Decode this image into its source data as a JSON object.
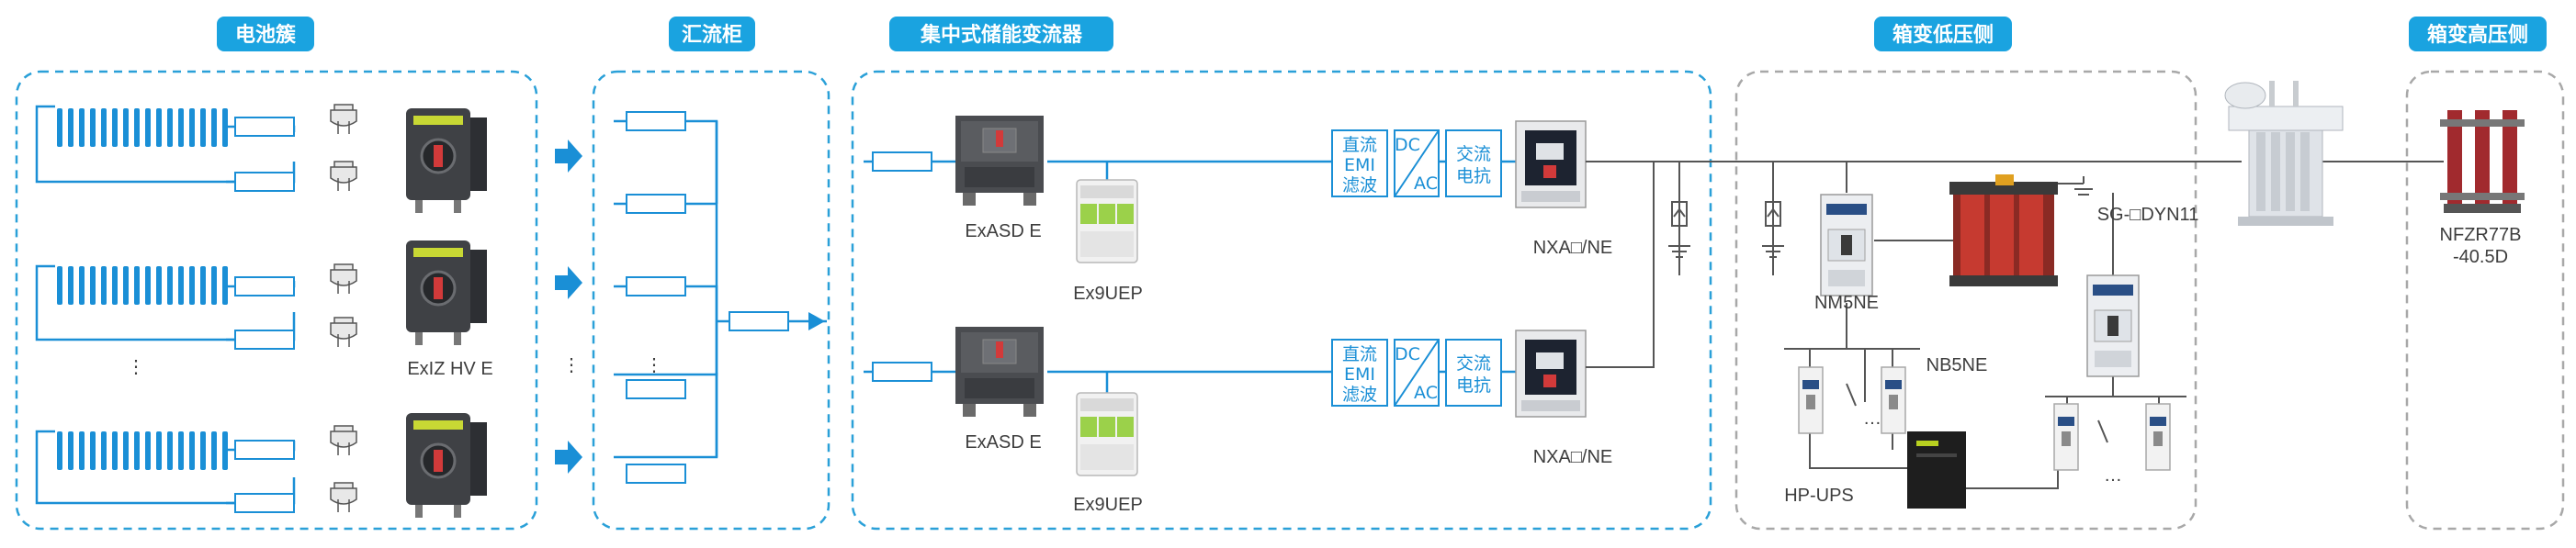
{
  "sections": {
    "battery_cluster": "电池簇",
    "combiner": "汇流柜",
    "pcs": "集中式储能变流器",
    "lv_side": "箱变低压侧",
    "hv_side": "箱变高压侧"
  },
  "labels": {
    "isolator": "ExIZ HV E",
    "acb_top": "ExASD E",
    "acb_bottom": "ExASD E",
    "spd_top": "Ex9UEP",
    "spd_bottom": "Ex9UEP",
    "nxa_top": "NXA□/NE",
    "nxa_bottom": "NXA□/NE",
    "mccb": "NM5NE",
    "mcb": "NB5NE",
    "ups": "HP-UPS",
    "transformer_aux": "SG-□DYN11",
    "hv_switch_line1": "NFZR77B",
    "hv_switch_line2": "-40.5D"
  },
  "blocks": {
    "emi_line1": "直流",
    "emi_line2": "EMI",
    "emi_line3": "滤波",
    "dc": "DC",
    "ac": "AC",
    "reactor_line1": "交流",
    "reactor_line2": "电抗"
  },
  "ellipsis": {
    "vertical": "⋮",
    "horizontal": "…"
  },
  "colors": {
    "accent": "#1a8fd6",
    "header_bg": "#1aa3e0",
    "dashed_blue": "#2aa0d8",
    "dashed_gray": "#a8a8a8",
    "line_dark": "#555555"
  }
}
